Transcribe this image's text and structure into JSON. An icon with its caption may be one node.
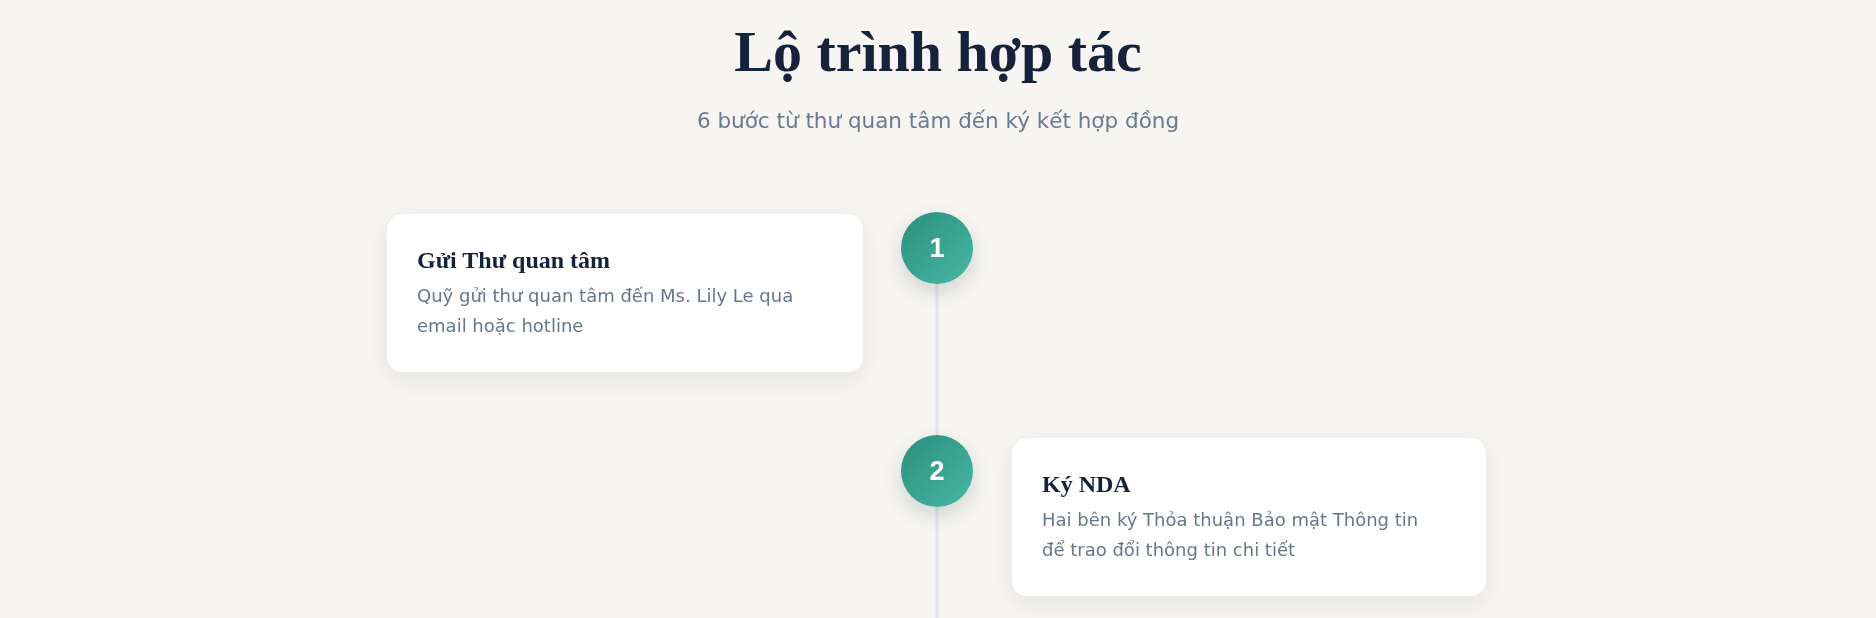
{
  "diagram": {
    "title": "Lộ trình hợp tác",
    "nodes": [
      {
        "text": [
          "Gửi Thư quan tâm",
          "Quỹ gửi thư quan tâm đến Ms. Lily Le qua email hoặc hotline"
        ]
      },
      {
        "text": [
          "1"
        ]
      },
      {
        "text": [
          "2"
        ]
      },
      {
        "text": [
          "Ký NDA",
          "Hai bên ký Thỏa thuận Bảo mật Thông tin để trao đổi thông tin chi tiết"
        ]
      }
    ],
    "edges": [
      {
        "from": 1,
        "to": 2,
        "arrow": "none"
      },
      {
        "from": 2,
        "to": null,
        "arrow": "none"
      }
    ],
    "labels": [
      "6 bước từ thư quan tâm đến ký kết hợp đồng"
    ]
  }
}
